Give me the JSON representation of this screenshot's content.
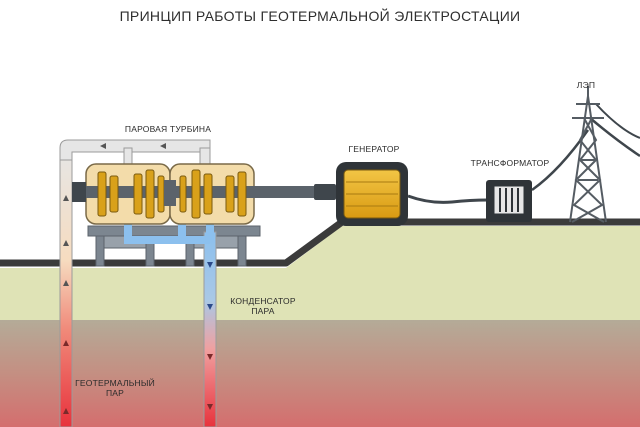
{
  "title": "ПРИНЦИП РАБОТЫ ГЕОТЕРМАЛЬНОЙ ЭЛЕКТРОСТАЦИИ",
  "labels": {
    "turbine": "ПАРОВАЯ ТУРБИНА",
    "generator": "ГЕНЕРАТОР",
    "transformer": "ТРАНСФОРМАТОР",
    "power_line": "ЛЭП",
    "condenser_line1": "КОНДЕНСАТОР",
    "condenser_line2": "ПАРА",
    "steam_line1": "ГЕОТЕРМАЛЬНЫЙ",
    "steam_line2": "ПАР"
  },
  "colors": {
    "soil_surface": "#dfe3b6",
    "soil_deep_top": "#b7a895",
    "soil_deep_bottom": "#d47070",
    "ground_line": "#3b3b3b",
    "turbine_body": "#f3dcaa",
    "generator": "#e2a81d",
    "hot_pipe": "#e0323a",
    "cold_pipe": "#7fb4e6",
    "steel": "#808a94"
  }
}
